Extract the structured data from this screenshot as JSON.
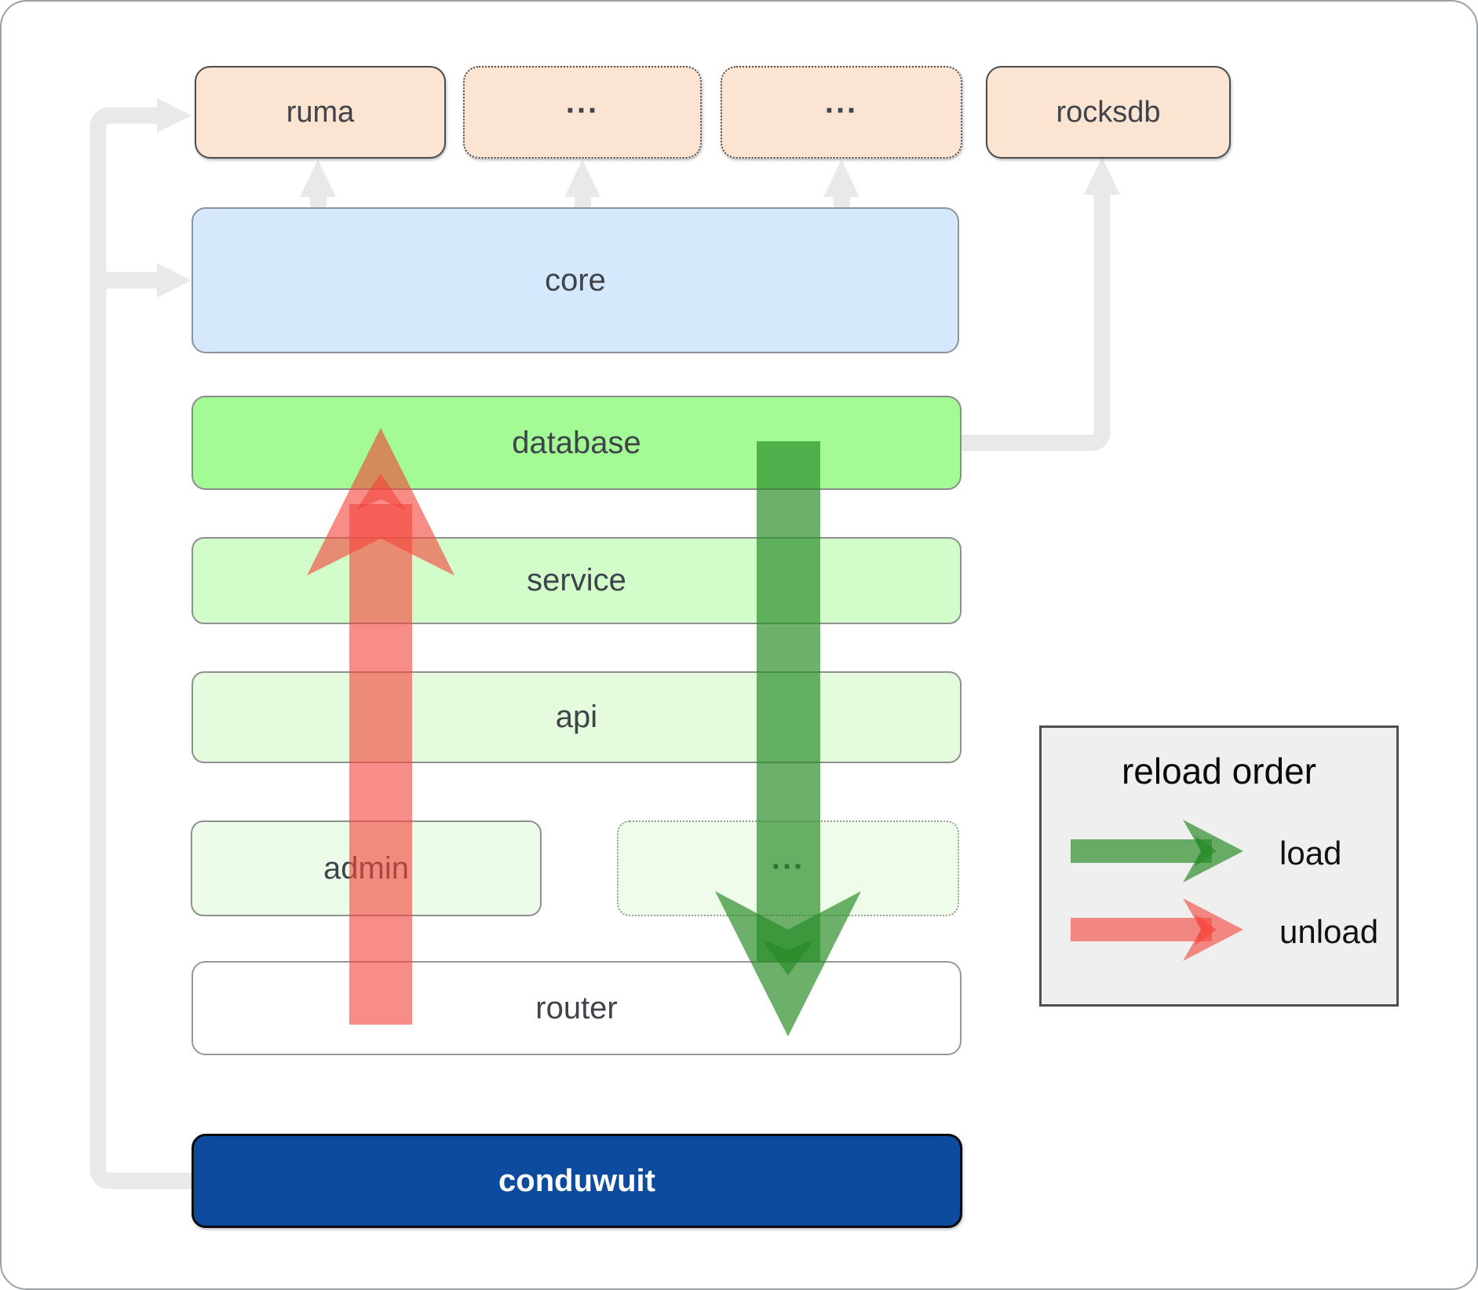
{
  "nodes": {
    "ruma": "ruma",
    "crate_top_1": "...",
    "crate_top_2": "...",
    "rocksdb": "rocksdb",
    "core": "core",
    "database": "database",
    "service": "service",
    "api": "api",
    "admin": "admin",
    "crate_bottom": "...",
    "router": "router",
    "conduwuit": "conduwuit"
  },
  "legend": {
    "title": "reload order",
    "items": [
      {
        "label": "load",
        "color": "#228b22"
      },
      {
        "label": "unload",
        "color": "#f3463c"
      }
    ]
  },
  "colors": {
    "load_arrow": "#228b22",
    "unload_arrow": "#f3463c",
    "connector_gray": "#e9e9e9",
    "top_box_fill": "#fce4d2",
    "core_fill": "#d6e9fc",
    "database_fill": "#a4fa95",
    "service_fill": "#d2fcca",
    "api_fill": "#e4fcdd",
    "admin_fill": "#edfce8",
    "router_fill": "#ffffff",
    "conduwuit_fill": "#0c4b9d",
    "legend_bg": "#efefef"
  }
}
